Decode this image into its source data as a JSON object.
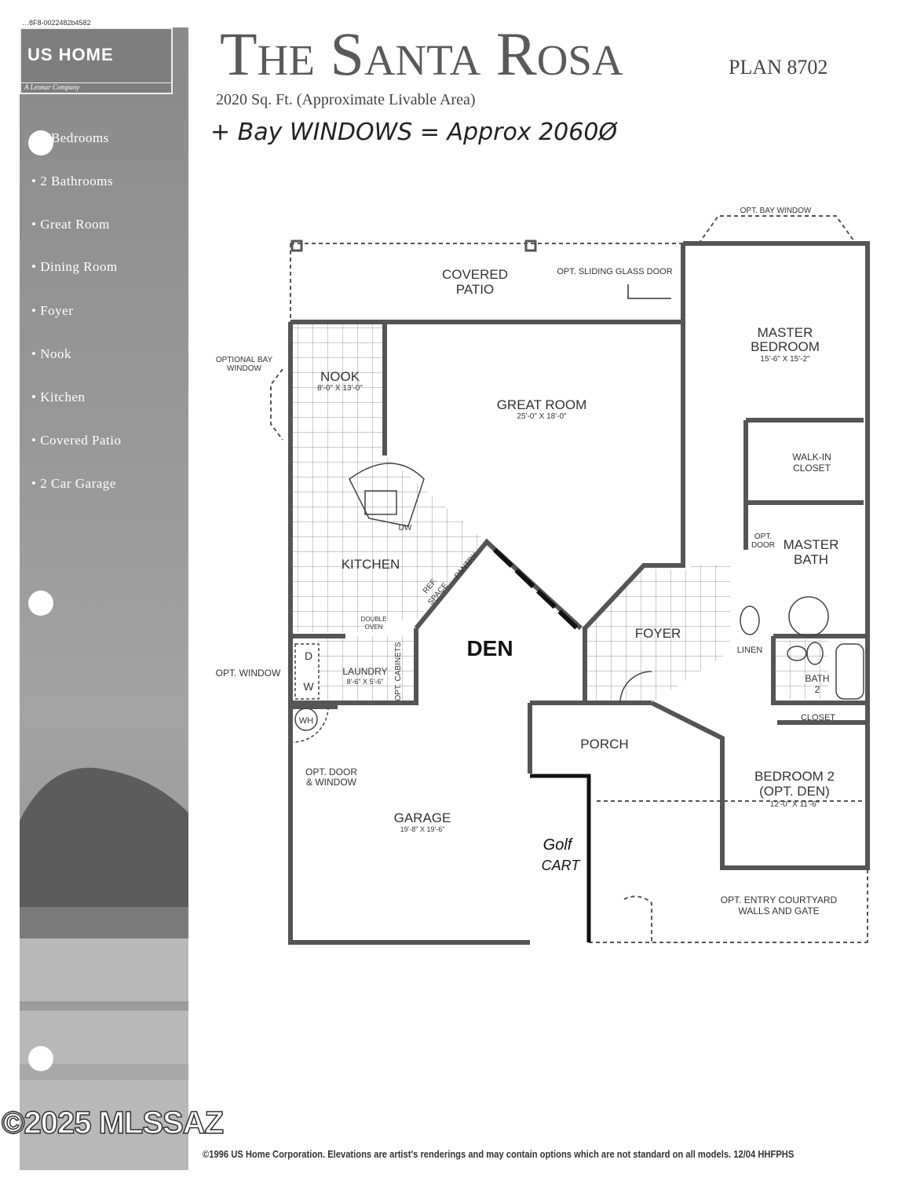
{
  "scan_id": "…8F8-0022482b4582",
  "logo": {
    "brand": "US HOME",
    "tagline": "A Lennar Company"
  },
  "header": {
    "title": "The Santa Rosa",
    "plan": "PLAN 8702",
    "area": "2020 Sq. Ft. (Approximate Livable Area)",
    "handwritten_note": "+ Bay WINDOWS = Approx 2060Ø"
  },
  "features": [
    "3 Bedrooms",
    "2 Bathrooms",
    "Great Room",
    "Dining Room",
    "Foyer",
    "Nook",
    "Kitchen",
    "Covered Patio",
    "2 Car Garage"
  ],
  "plan": {
    "covered_patio": [
      "COVERED",
      "PATIO"
    ],
    "opt_sliding_door": "OPT. SLIDING GLASS DOOR",
    "opt_bay_window_master": "OPT. BAY WINDOW",
    "optional_bay_window": [
      "OPTIONAL BAY",
      "WINDOW"
    ],
    "nook": {
      "name": "NOOK",
      "size": "8'-0\" X 13'-0\""
    },
    "great_room": {
      "name": "GREAT ROOM",
      "size": "25'-0\" X 18'-0\""
    },
    "master_bedroom": {
      "name": [
        "MASTER",
        "BEDROOM"
      ],
      "size": "15'-6\" X 15'-2\""
    },
    "walk_in_closet": [
      "WALK-IN",
      "CLOSET"
    ],
    "opt_door": [
      "OPT.",
      "DOOR"
    ],
    "master_bath": [
      "MASTER",
      "BATH"
    ],
    "kitchen": "KITCHEN",
    "dw": "DW",
    "ref_space": [
      "REF.",
      "SPACE"
    ],
    "pantry": "PANTRY",
    "double_oven": [
      "DOUBLE",
      "OVEN"
    ],
    "den_handwritten": "DEN",
    "foyer": "FOYER",
    "linen": "LINEN",
    "bath2": [
      "BATH",
      "2"
    ],
    "closet": "CLOSET",
    "opt_window": "OPT. WINDOW",
    "dryer": "D",
    "washer": "W",
    "laundry": {
      "name": "LAUNDRY",
      "size": "8'-6\" X 5'-6\""
    },
    "opt_cabinets": "OPT. CABINETS",
    "water_heater": "WH",
    "porch": "PORCH",
    "opt_door_window": [
      "OPT. DOOR",
      "& WINDOW"
    ],
    "garage": {
      "name": "GARAGE",
      "size": "19'-8\" X 19'-6\""
    },
    "golf_cart_handwritten": [
      "Golf",
      "CART"
    ],
    "bedroom2": {
      "name": [
        "BEDROOM 2",
        "(OPT. DEN)"
      ],
      "size": "12'-0\" X 11'-6\""
    },
    "courtyard": [
      "OPT. ENTRY COURTYARD",
      "WALLS AND GATE"
    ]
  },
  "footer": "©1996 US Home Corporation. Elevations are artist's renderings and may contain options which are not standard on all models.  12/04 HHFPHS",
  "watermark": "©2025 MLSSAZ",
  "colors": {
    "sidebar": "#8f8f8f",
    "walls": "#555555",
    "ink": "#222222"
  }
}
